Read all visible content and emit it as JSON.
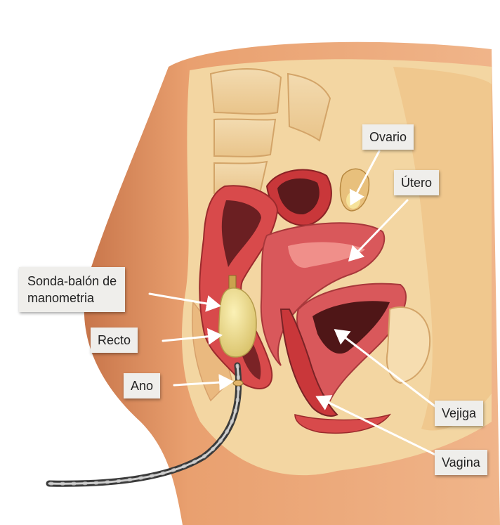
{
  "labels": {
    "ovario": "Ovario",
    "utero": "Útero",
    "sonda_line1": "Sonda-balón de",
    "sonda_line2": "manometria",
    "recto": "Recto",
    "ano": "Ano",
    "vejiga": "Vejiga",
    "vagina": "Vagina"
  },
  "colors": {
    "skin": "#e9a06f",
    "tissue": "#f4d6a4",
    "muscle": "#d7484a",
    "lumen": "#5a1a1c",
    "balloon": "#efe08f",
    "label_bg": "#efeeeb",
    "arrow": "#ffffff"
  }
}
